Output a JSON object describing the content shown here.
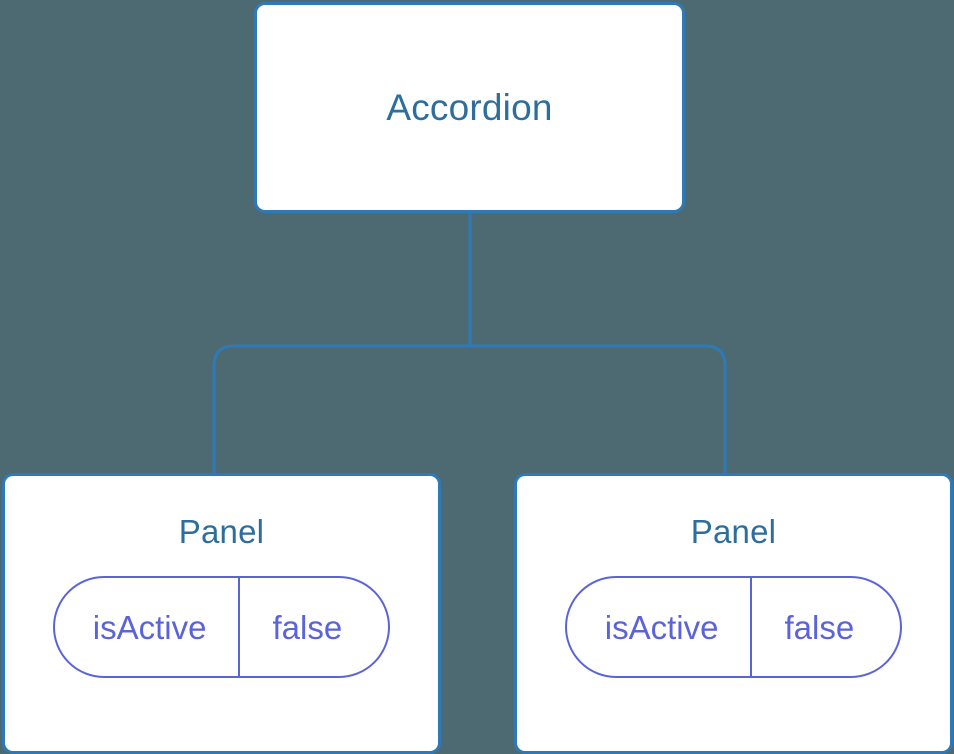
{
  "diagram": {
    "type": "component-tree",
    "background_color": "#4d6a72",
    "node_fill_color": "#ffffff",
    "node_border_color": "#2e7ab8",
    "node_title_color": "#2d6e9c",
    "prop_color": "#5b63db",
    "edge_color": "#2e7ab8",
    "root": {
      "title": "Accordion"
    },
    "children": [
      {
        "title": "Panel",
        "prop": {
          "key": "isActive",
          "value": "false"
        }
      },
      {
        "title": "Panel",
        "prop": {
          "key": "isActive",
          "value": "false"
        }
      }
    ]
  }
}
